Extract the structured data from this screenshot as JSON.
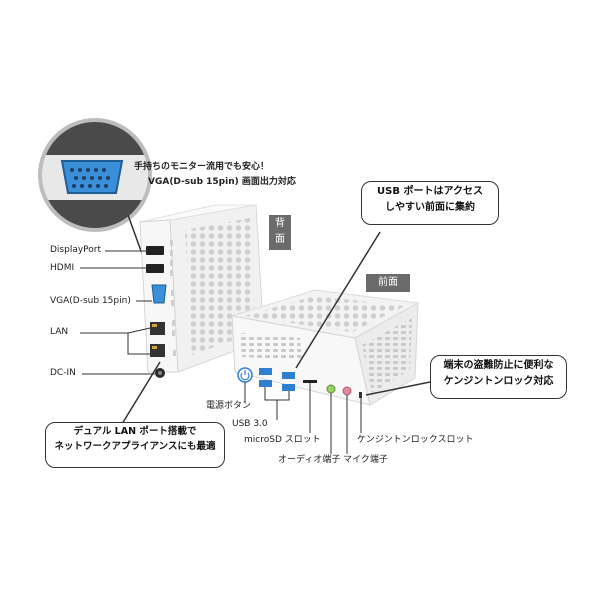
{
  "vga_callout": {
    "line1": "手持ちのモニター流用でも安心！",
    "line2": "VGA(D-sub 15pin) 画面出力対応"
  },
  "back_tag": {
    "c1": "背",
    "c2": "面"
  },
  "front_tag": "前面",
  "usb_callout": {
    "line1": "USB ポートはアクセス",
    "line2": "しやすい前面に集約"
  },
  "kensington_callout": {
    "line1": "端末の盗難防止に便利な",
    "line2": "ケンジントンロック対応"
  },
  "lan_callout": {
    "line1": "デュアル LAN ポート搭載で",
    "line2": "ネットワークアプライアンスにも最適"
  },
  "back_ports": {
    "displayport": "DisplayPort",
    "hdmi": "HDMI",
    "vga": "VGA(D-sub 15pin)",
    "lan": "LAN",
    "dcin": "DC-IN"
  },
  "front_ports": {
    "power": "電源ボタン",
    "usb": "USB 3.0",
    "microsd": "microSD スロット",
    "audio": "オーディオ端子",
    "mic": "マイク端子",
    "kensington": "ケンジントンロックスロット"
  },
  "colors": {
    "vga_blue": "#3a8fd8",
    "tag_gray": "#6b6b6b",
    "usb_blue": "#2f7fd0"
  }
}
